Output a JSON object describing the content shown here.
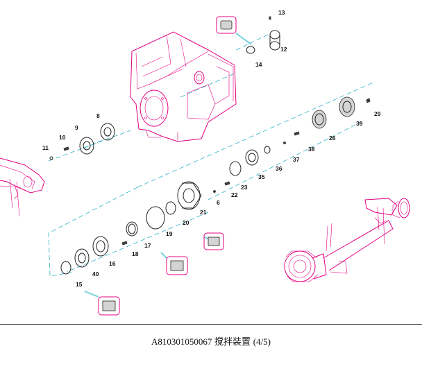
{
  "caption": {
    "code": "A810301050067",
    "title": "搅拌装置",
    "page": "(4/5)"
  },
  "callouts": {
    "c13": "13",
    "c12": "12",
    "c14": "14",
    "c8": "8",
    "c9": "9",
    "c10": "10",
    "c11": "11",
    "c29": "29",
    "c39": "39",
    "c26": "26",
    "c38": "38",
    "c37": "37",
    "c36": "36",
    "c35": "35",
    "c23": "23",
    "c22": "22",
    "c6": "6",
    "c21": "21",
    "c20": "20",
    "c19": "19",
    "c17": "17",
    "c18": "18",
    "c16": "16",
    "c40": "40",
    "c15": "15"
  },
  "colors": {
    "linework": "#e4007f",
    "guide": "#2bb3c7",
    "text": "#111111"
  }
}
